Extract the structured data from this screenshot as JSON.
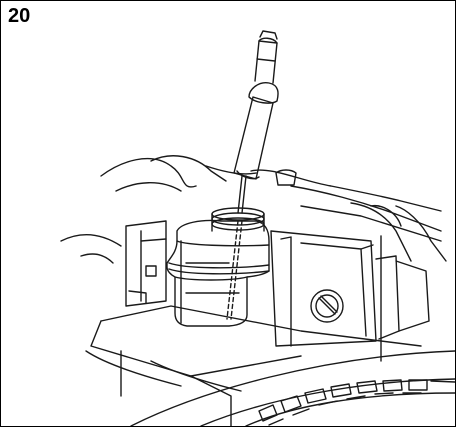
{
  "step": {
    "number": "20"
  },
  "colors": {
    "line": "#1a1a1a",
    "background": "#ffffff"
  },
  "illustration": {
    "parts": [
      "syringe-tool",
      "reservoir-filler-cap",
      "fluid-reservoir",
      "bleed-screw",
      "frame-bracket",
      "wheel-tire"
    ]
  }
}
